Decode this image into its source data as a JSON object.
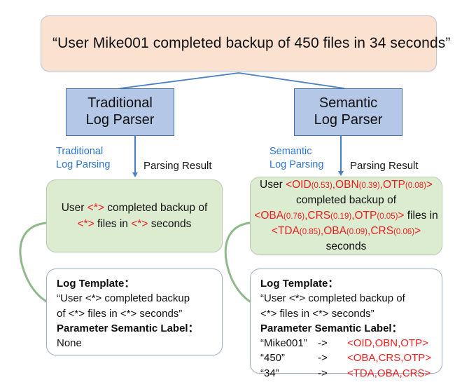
{
  "banner": {
    "text": "“User Mike001 completed backup of 450 files in 34 seconds”"
  },
  "parsers": [
    {
      "name": "traditional",
      "line1": "Traditional",
      "line2": "Log Parser",
      "edge_label_line1": "Traditional",
      "edge_label_line2": "Log Parsing",
      "result_label": "Parsing Result"
    },
    {
      "name": "semantic",
      "line1": "Semantic",
      "line2": "Log Parser",
      "edge_label_line1": "Semantic",
      "edge_label_line2": "Log Parsing",
      "result_label": "Parsing Result"
    }
  ],
  "traditional_result": {
    "line1_a": "User ",
    "line1_wild": "<*>",
    "line1_b": " completed backup of",
    "line2_wild1": "<*>",
    "line2_mid": " files in ",
    "line2_wild2": "<*>",
    "line2_end": " seconds"
  },
  "semantic_result": {
    "line1_prefix": "User ",
    "line1_tags": [
      {
        "tag": "OID",
        "score": "(0.53)"
      },
      {
        "tag": "OBN",
        "score": "(0.39)"
      },
      {
        "tag": "OTP",
        "score": "(0.08)"
      }
    ],
    "line2": "completed backup of",
    "line3_tags": [
      {
        "tag": "OBA",
        "score": "(0.76)"
      },
      {
        "tag": "CRS",
        "score": "(0.19)"
      },
      {
        "tag": "OTP",
        "score": "(0.05)"
      }
    ],
    "line3_suffix": " files in",
    "line4_tags": [
      {
        "tag": "TDA",
        "score": "(0.85)"
      },
      {
        "tag": "OBA",
        "score": "(0.09)"
      },
      {
        "tag": "CRS",
        "score": "(0.06)"
      }
    ],
    "line5": "seconds"
  },
  "traditional_detail": {
    "template_heading": "Log Template：",
    "template_line1": "“User <*> completed backup",
    "template_line2": "of <*> files in <*> seconds”",
    "label_heading": "Parameter Semantic Label：",
    "label_value": "None"
  },
  "semantic_detail": {
    "template_heading": "Log Template：",
    "template_line1": "“User <*> completed backup of",
    "template_line2": "<*> files in <*> seconds”",
    "label_heading": "Parameter Semantic Label：",
    "mappings": [
      {
        "key": "“Mike001”",
        "arrow": "->",
        "value": "<OID,OBN,OTP>"
      },
      {
        "key": "“450”",
        "arrow": "->",
        "value": "<OBA,CRS,OTP>"
      },
      {
        "key": "“34”",
        "arrow": "->",
        "value": "<TDA,OBA,CRS>"
      }
    ]
  },
  "colors": {
    "banner_fill": "#fbe1d0",
    "parser_fill": "#b4c7e7",
    "parser_stroke": "#44709e",
    "result_fill": "#dcecd0",
    "accent_red": "#ef1f1f",
    "accent_blue": "#2e75d4",
    "arrow_green": "#8fb98a"
  }
}
